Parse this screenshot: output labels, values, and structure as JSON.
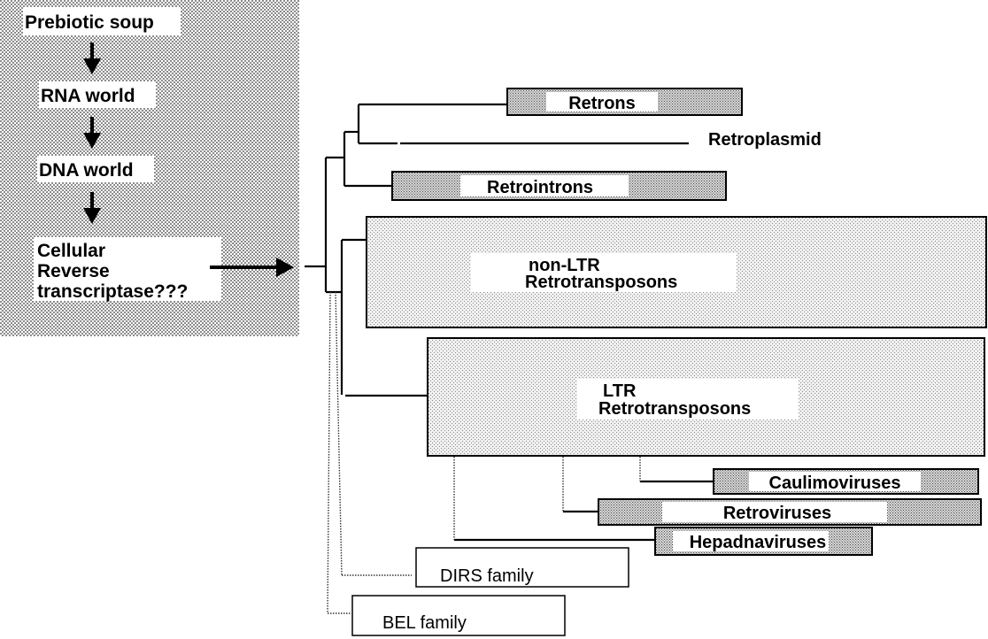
{
  "origin_panel": {
    "steps": [
      {
        "label_lines": [
          "Prebiotic soup"
        ]
      },
      {
        "label_lines": [
          "RNA world"
        ]
      },
      {
        "label_lines": [
          "DNA world"
        ]
      },
      {
        "label_lines": [
          "Cellular",
          "Reverse",
          "transcriptase???"
        ]
      }
    ]
  },
  "tree": {
    "groups": {
      "retrons": {
        "label": "Retrons",
        "style": "dark-shaded"
      },
      "retroplasmid": {
        "label": "Retroplasmid",
        "style": "unboxed"
      },
      "retrointrons": {
        "label": "Retrointrons",
        "style": "dark-shaded"
      },
      "non_ltr": {
        "label_lines": [
          "non-LTR",
          "Retrotransposons"
        ],
        "style": "light-shaded"
      },
      "ltr": {
        "label_lines": [
          "LTR",
          "Retrotransposons"
        ],
        "style": "light-shaded"
      },
      "caulimoviruses": {
        "label": "Caulimoviruses",
        "style": "dark-shaded"
      },
      "retroviruses": {
        "label": "Retroviruses",
        "style": "dark-shaded"
      },
      "hepadnaviruses": {
        "label": "Hepadnaviruses",
        "style": "dark-shaded"
      },
      "dirs": {
        "label": "DIRS family",
        "style": "plain"
      },
      "bel": {
        "label": "BEL family",
        "style": "plain"
      }
    },
    "colors": {
      "line": "#000000",
      "dot_dark": "#5a5a5a",
      "dot_light": "#9a9a9a",
      "label_bg": "#ffffff"
    }
  }
}
